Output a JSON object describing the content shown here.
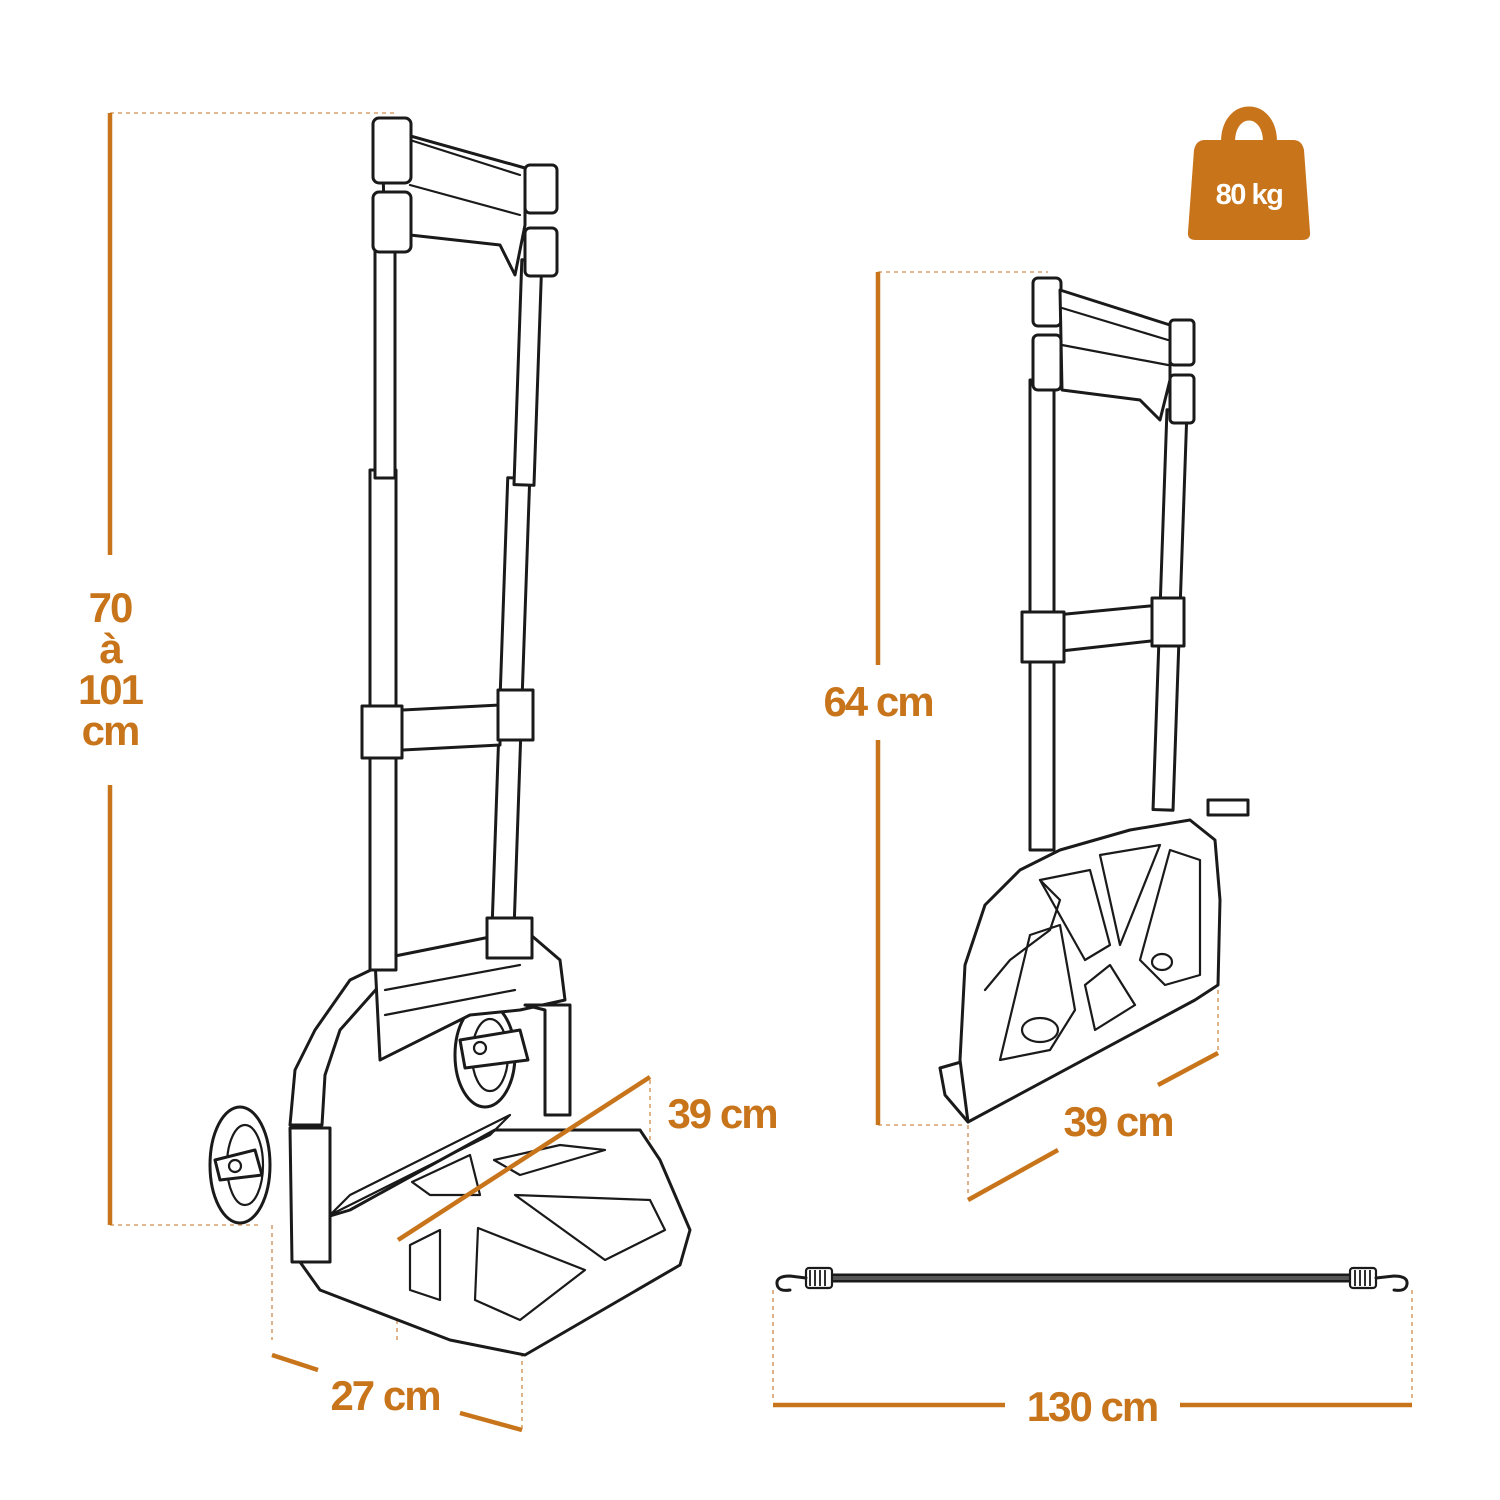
{
  "colors": {
    "accent": "#c8741a",
    "outline": "#1a1a1a",
    "background": "#ffffff"
  },
  "badge": {
    "icon": "weight-icon",
    "label": "80 kg"
  },
  "unfolded": {
    "height_line1": "70",
    "height_line2": "à",
    "height_line3": "101",
    "height_line4": "cm",
    "depth": "27 cm",
    "width": "39 cm"
  },
  "folded": {
    "height": "64 cm",
    "width": "39 cm"
  },
  "bungee": {
    "length": "130 cm"
  }
}
